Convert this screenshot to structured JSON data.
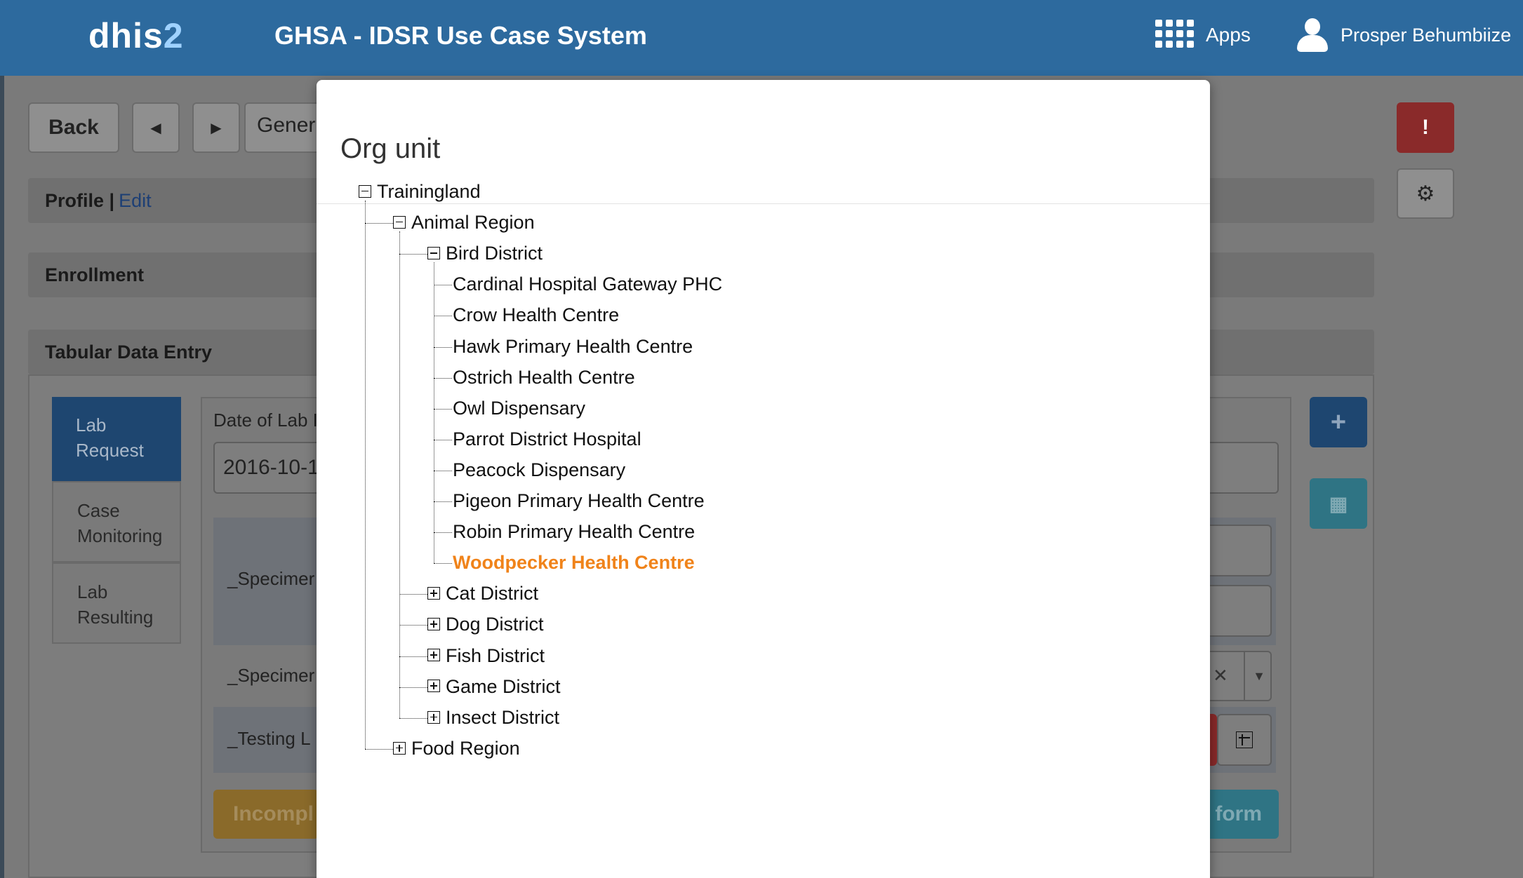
{
  "header": {
    "logo_main": "dhis",
    "logo_accent": "2",
    "system_title": "GHSA - IDSR Use Case System",
    "apps_label": "Apps",
    "user_name": "Prosper Behumbiize"
  },
  "toolbar": {
    "back_label": "Back",
    "general_label": "Gener"
  },
  "panels": {
    "profile_label": "Profile |",
    "profile_edit": "Edit",
    "enrollment_label": "Enrollment",
    "tabular_label": "Tabular Data Entry"
  },
  "stages": [
    {
      "label": "Lab\nRequest"
    },
    {
      "label": "Case\nMonitoring"
    },
    {
      "label": "Lab\nResulting"
    }
  ],
  "form": {
    "date_label": "Date of Lab I",
    "date_value": "2016-10-1",
    "specimen1": "_Specimer",
    "specimen2": "_Specimer",
    "testing": "_Testing L",
    "incomplete_btn": "Incompl",
    "form_btn": "form"
  },
  "modal": {
    "title": "Org unit",
    "tree": [
      {
        "label": "Trainingland",
        "state": "expanded"
      },
      {
        "label": "Animal Region",
        "state": "expanded"
      },
      {
        "label": "Bird District",
        "state": "expanded"
      },
      {
        "label": "Cardinal Hospital Gateway PHC",
        "state": "leaf"
      },
      {
        "label": "Crow Health Centre",
        "state": "leaf"
      },
      {
        "label": "Hawk Primary Health Centre",
        "state": "leaf"
      },
      {
        "label": "Ostrich Health Centre",
        "state": "leaf"
      },
      {
        "label": "Owl Dispensary",
        "state": "leaf"
      },
      {
        "label": "Parrot District Hospital",
        "state": "leaf"
      },
      {
        "label": "Peacock Dispensary",
        "state": "leaf"
      },
      {
        "label": "Pigeon Primary Health Centre",
        "state": "leaf"
      },
      {
        "label": "Robin Primary Health Centre",
        "state": "leaf"
      },
      {
        "label": "Woodpecker Health Centre",
        "state": "selected"
      },
      {
        "label": "Cat District",
        "state": "collapsed"
      },
      {
        "label": "Dog District",
        "state": "collapsed"
      },
      {
        "label": "Fish District",
        "state": "collapsed"
      },
      {
        "label": "Game District",
        "state": "collapsed"
      },
      {
        "label": "Insect District",
        "state": "collapsed"
      },
      {
        "label": "Food Region",
        "state": "collapsed"
      }
    ]
  },
  "colors": {
    "header_bg": "#2d6a9e",
    "selected_node": "#f0831a",
    "danger": "#8a2a2a",
    "primary": "#1e4670",
    "info": "#2f7484",
    "warning": "#8a6a2a"
  }
}
